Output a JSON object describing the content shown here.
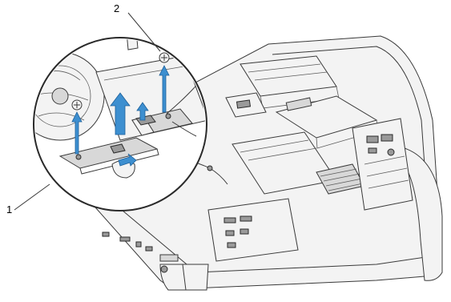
{
  "callouts": [
    {
      "number": "1",
      "part": "board"
    },
    {
      "number": "2",
      "part": "screw"
    }
  ],
  "colors": {
    "arrow": "#3d8fd0",
    "line": "#3a3a3a"
  }
}
